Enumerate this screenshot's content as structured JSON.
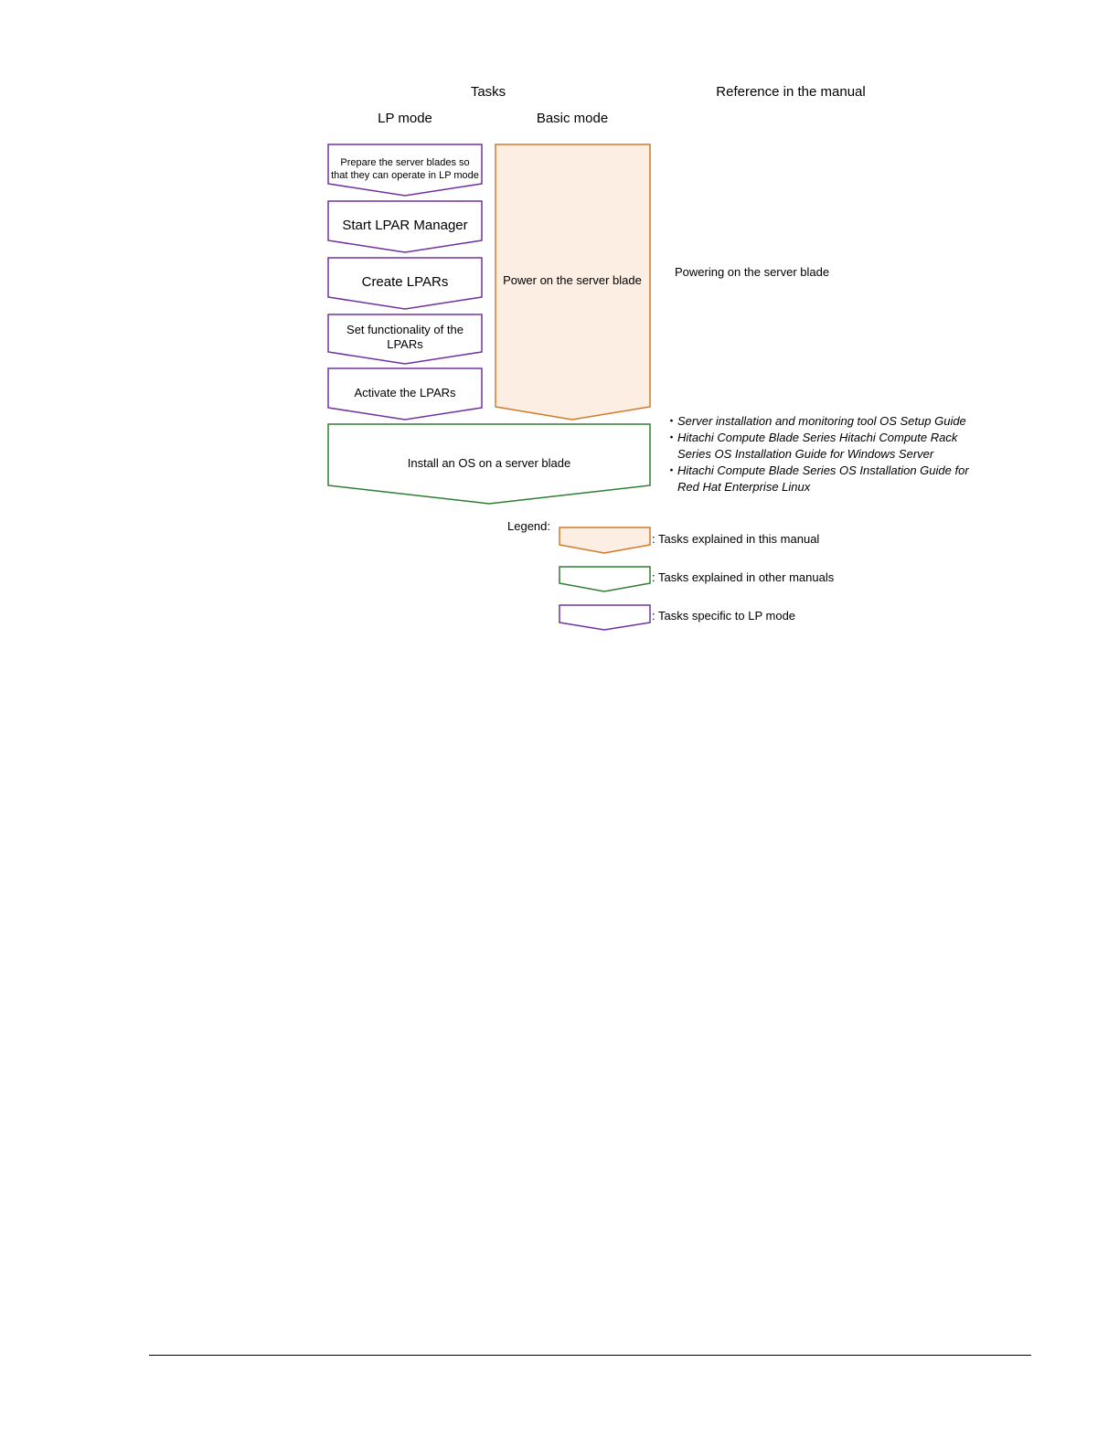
{
  "headers": {
    "tasks": "Tasks",
    "reference": "Reference in the manual",
    "lp_mode": "LP mode",
    "basic_mode": "Basic mode"
  },
  "lp_tasks": [
    "Prepare the server blades so that they can operate in LP mode",
    "Start LPAR Manager",
    "Create LPARs",
    "Set functionality of the LPARs",
    "Activate the LPARs"
  ],
  "basic_task": "Power on the server blade",
  "install_task": "Install an OS on a  server blade",
  "references": {
    "power_on": "Powering on the server blade",
    "bullet": "・",
    "install": [
      "Server installation and monitoring tool OS Setup Guide",
      "Hitachi Compute Blade Series Hitachi Compute Rack Series OS Installation Guide for Windows Server",
      "Hitachi Compute Blade Series OS Installation Guide for Red Hat Enterprise Linux"
    ]
  },
  "legend": {
    "title": "Legend:",
    "items": [
      ": Tasks explained in this manual",
      ": Tasks explained in other manuals",
      ": Tasks specific to LP mode"
    ]
  },
  "colors": {
    "lp_mode": "#7030a0",
    "this_manual_stroke": "#d07a28",
    "this_manual_fill": "#fdeee4",
    "other_manuals": "#2e7d32"
  }
}
